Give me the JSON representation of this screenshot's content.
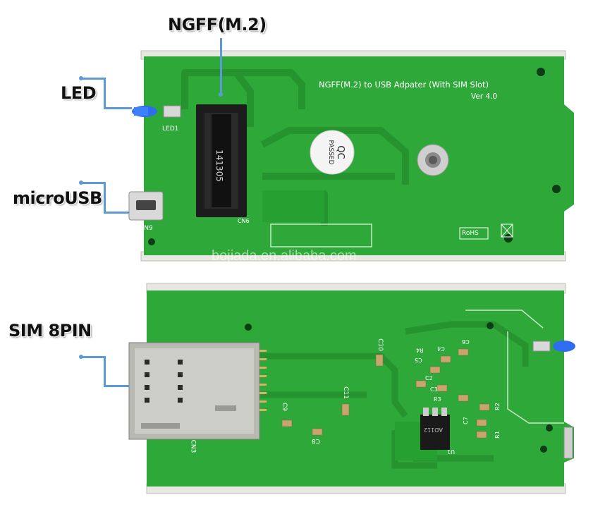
{
  "callouts": {
    "ngff": "NGFF(M.2)",
    "led": "LED",
    "microusb": "microUSB",
    "sim": "SIM 8PIN"
  },
  "top_board": {
    "title": "NGFF(M.2) to USB Adpater (With SIM Slot)",
    "version": "Ver 4.0",
    "led_label": "LED1",
    "usb_label": "CN9",
    "m2_label": "CN6",
    "m2_chip_text": "141305",
    "qc_top": "QC",
    "qc_bottom": "PASSED",
    "rohs": "RoHS",
    "watermark": "bojiada.en.alibaba.com"
  },
  "bottom_board": {
    "sim_label": "CN3",
    "c10": "C10",
    "c11": "C11",
    "c9": "C9",
    "c8": "C8",
    "c6": "C6",
    "c5": "C5",
    "c4": "C4",
    "c3": "C3",
    "c2": "C2",
    "c7": "C7",
    "r1": "R1",
    "r2": "R2",
    "r3": "R3",
    "r4": "R4",
    "u1": "U1",
    "reg_text": "AD112"
  },
  "colors": {
    "pcb": "#2fa83a",
    "pcb_dark": "#1f8a2b",
    "trace": "#25942f",
    "rail": "#e9e9e4",
    "callout_line": "#5b9bd5"
  }
}
